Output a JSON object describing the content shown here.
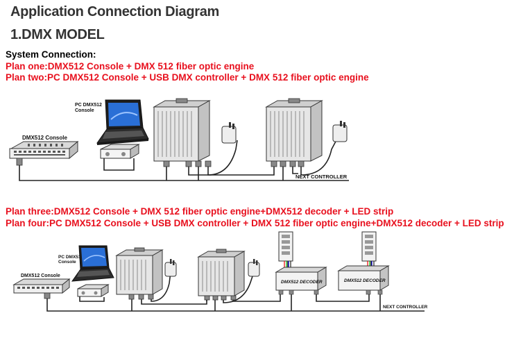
{
  "header": {
    "title": "Application Connection Diagram",
    "model": "1.DMX MODEL"
  },
  "section": {
    "system_connection": "System Connection:"
  },
  "plans": {
    "one": "Plan one:DMX512 Console + DMX 512 fiber optic engine",
    "two": "Plan two:PC DMX512 Console + USB DMX controller + DMX 512 fiber optic engine",
    "three": "Plan three:DMX512 Console + DMX 512 fiber optic engine+DMX512 decoder + LED strip",
    "four": "Plan four:PC DMX512 Console + USB DMX controller + DMX 512 fiber optic engine+DMX512 decoder + LED strip"
  },
  "diagram1": {
    "console_label": "DMX512 Console",
    "pc_label_line1": "PC DMX512",
    "pc_label_line2": "Console",
    "next_label": "NEXT CONTROLLER"
  },
  "diagram2": {
    "console_label": "DMX512 Console",
    "pc_label_line1": "PC DMX512",
    "pc_label_line2": "Console",
    "decoder1_label": "DMX512 DECODER",
    "decoder2_label": "DMX512 DECODER",
    "next_label": "NEXT CONTROLLER"
  },
  "colors": {
    "plan_text": "#e8101e",
    "heading_text": "#333333",
    "laptop_screen": "#2a6fd6",
    "cable": "#222222"
  }
}
